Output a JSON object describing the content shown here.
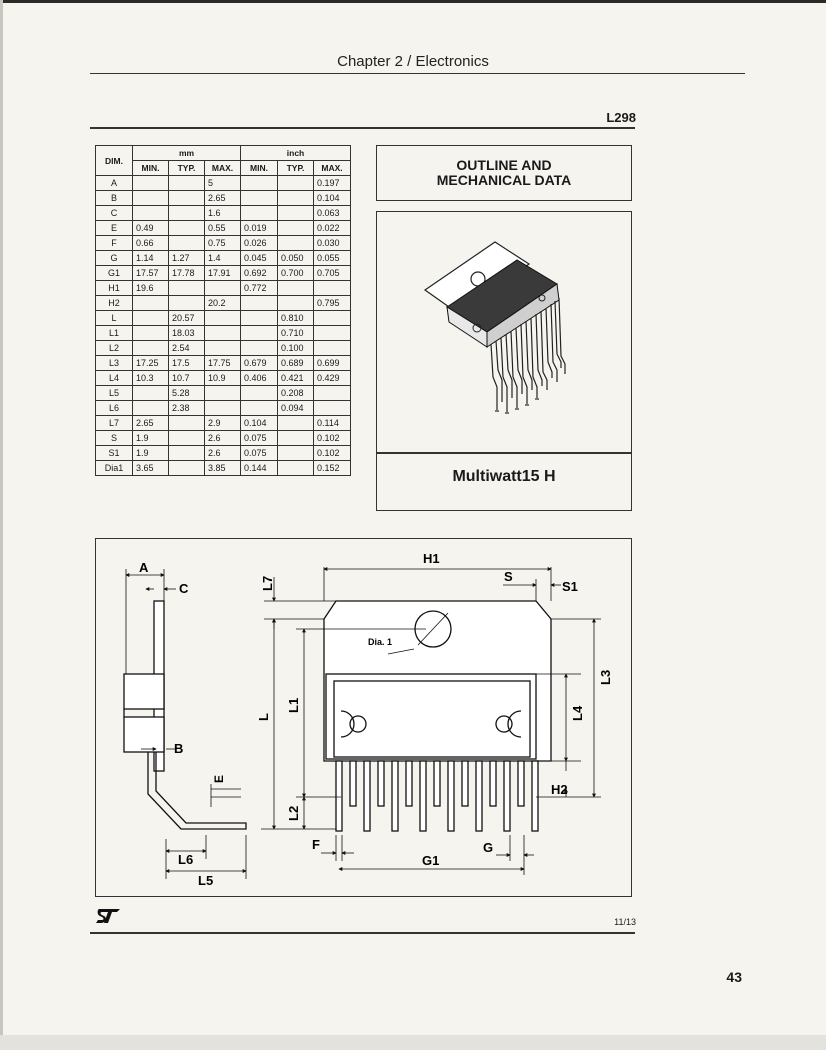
{
  "header": {
    "chapter_title": "Chapter 2 / Electronics",
    "part_number": "L298"
  },
  "table": {
    "dim_header": "DIM.",
    "mm_header": "mm",
    "inch_header": "inch",
    "sub_headers": [
      "MIN.",
      "TYP.",
      "MAX.",
      "MIN.",
      "TYP.",
      "MAX."
    ],
    "rows": [
      [
        "A",
        "",
        "",
        "5",
        "",
        "",
        "0.197"
      ],
      [
        "B",
        "",
        "",
        "2.65",
        "",
        "",
        "0.104"
      ],
      [
        "C",
        "",
        "",
        "1.6",
        "",
        "",
        "0.063"
      ],
      [
        "E",
        "0.49",
        "",
        "0.55",
        "0.019",
        "",
        "0.022"
      ],
      [
        "F",
        "0.66",
        "",
        "0.75",
        "0.026",
        "",
        "0.030"
      ],
      [
        "G",
        "1.14",
        "1.27",
        "1.4",
        "0.045",
        "0.050",
        "0.055"
      ],
      [
        "G1",
        "17.57",
        "17.78",
        "17.91",
        "0.692",
        "0.700",
        "0.705"
      ],
      [
        "H1",
        "19.6",
        "",
        "",
        "0.772",
        "",
        ""
      ],
      [
        "H2",
        "",
        "",
        "20.2",
        "",
        "",
        "0.795"
      ],
      [
        "L",
        "",
        "20.57",
        "",
        "",
        "0.810",
        ""
      ],
      [
        "L1",
        "",
        "18.03",
        "",
        "",
        "0.710",
        ""
      ],
      [
        "L2",
        "",
        "2.54",
        "",
        "",
        "0.100",
        ""
      ],
      [
        "L3",
        "17.25",
        "17.5",
        "17.75",
        "0.679",
        "0.689",
        "0.699"
      ],
      [
        "L4",
        "10.3",
        "10.7",
        "10.9",
        "0.406",
        "0.421",
        "0.429"
      ],
      [
        "L5",
        "",
        "5.28",
        "",
        "",
        "0.208",
        ""
      ],
      [
        "L6",
        "",
        "2.38",
        "",
        "",
        "0.094",
        ""
      ],
      [
        "L7",
        "2.65",
        "",
        "2.9",
        "0.104",
        "",
        "0.114"
      ],
      [
        "S",
        "1.9",
        "",
        "2.6",
        "0.075",
        "",
        "0.102"
      ],
      [
        "S1",
        "1.9",
        "",
        "2.6",
        "0.075",
        "",
        "0.102"
      ],
      [
        "Dia1",
        "3.65",
        "",
        "3.85",
        "0.144",
        "",
        "0.152"
      ]
    ]
  },
  "outline_title": {
    "line1": "OUTLINE AND",
    "line2": "MECHANICAL DATA"
  },
  "package_name": "Multiwatt15 H",
  "drawing_labels": {
    "A": "A",
    "C": "C",
    "B": "B",
    "E": "E",
    "L6": "L6",
    "L5": "L5",
    "L7": "L7",
    "L": "L",
    "L1": "L1",
    "L2": "L2",
    "F": "F",
    "G1": "G1",
    "G": "G",
    "H1": "H1",
    "H2": "H2",
    "S": "S",
    "S1": "S1",
    "L3": "L3",
    "L4": "L4",
    "Dia1": "Dia. 1"
  },
  "footer": {
    "logo": "ST",
    "page_fraction": "11/13",
    "page_number": "43"
  }
}
